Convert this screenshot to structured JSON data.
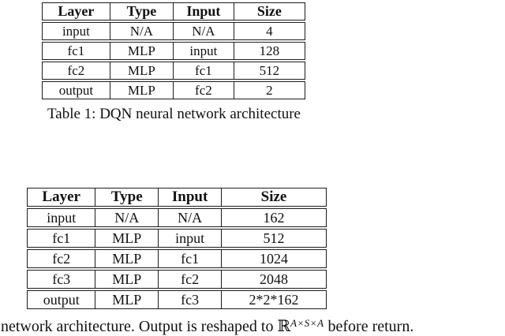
{
  "table1": {
    "headers": [
      "Layer",
      "Type",
      "Input",
      "Size"
    ],
    "rows": [
      [
        "input",
        "N/A",
        "N/A",
        "4"
      ],
      [
        "fc1",
        "MLP",
        "input",
        "128"
      ],
      [
        "fc2",
        "MLP",
        "fc1",
        "512"
      ],
      [
        "output",
        "MLP",
        "fc2",
        "2"
      ]
    ],
    "caption": "Table 1: DQN neural network architecture"
  },
  "table2": {
    "headers": [
      "Layer",
      "Type",
      "Input",
      "Size"
    ],
    "rows": [
      [
        "input",
        "N/A",
        "N/A",
        "162"
      ],
      [
        "fc1",
        "MLP",
        "input",
        "512"
      ],
      [
        "fc2",
        "MLP",
        "fc1",
        "1024"
      ],
      [
        "fc3",
        "MLP",
        "fc2",
        "2048"
      ],
      [
        "output",
        "MLP",
        "fc3",
        "2*2*162"
      ]
    ],
    "caption_prefix": "network architecture. Output is reshaped to ",
    "caption_math_base": "ℝ",
    "caption_math_sup": "A×S×A",
    "caption_suffix": " before return."
  },
  "colors": {
    "background": "#ffffff",
    "text": "#111111",
    "border": "#1c1c1c"
  }
}
